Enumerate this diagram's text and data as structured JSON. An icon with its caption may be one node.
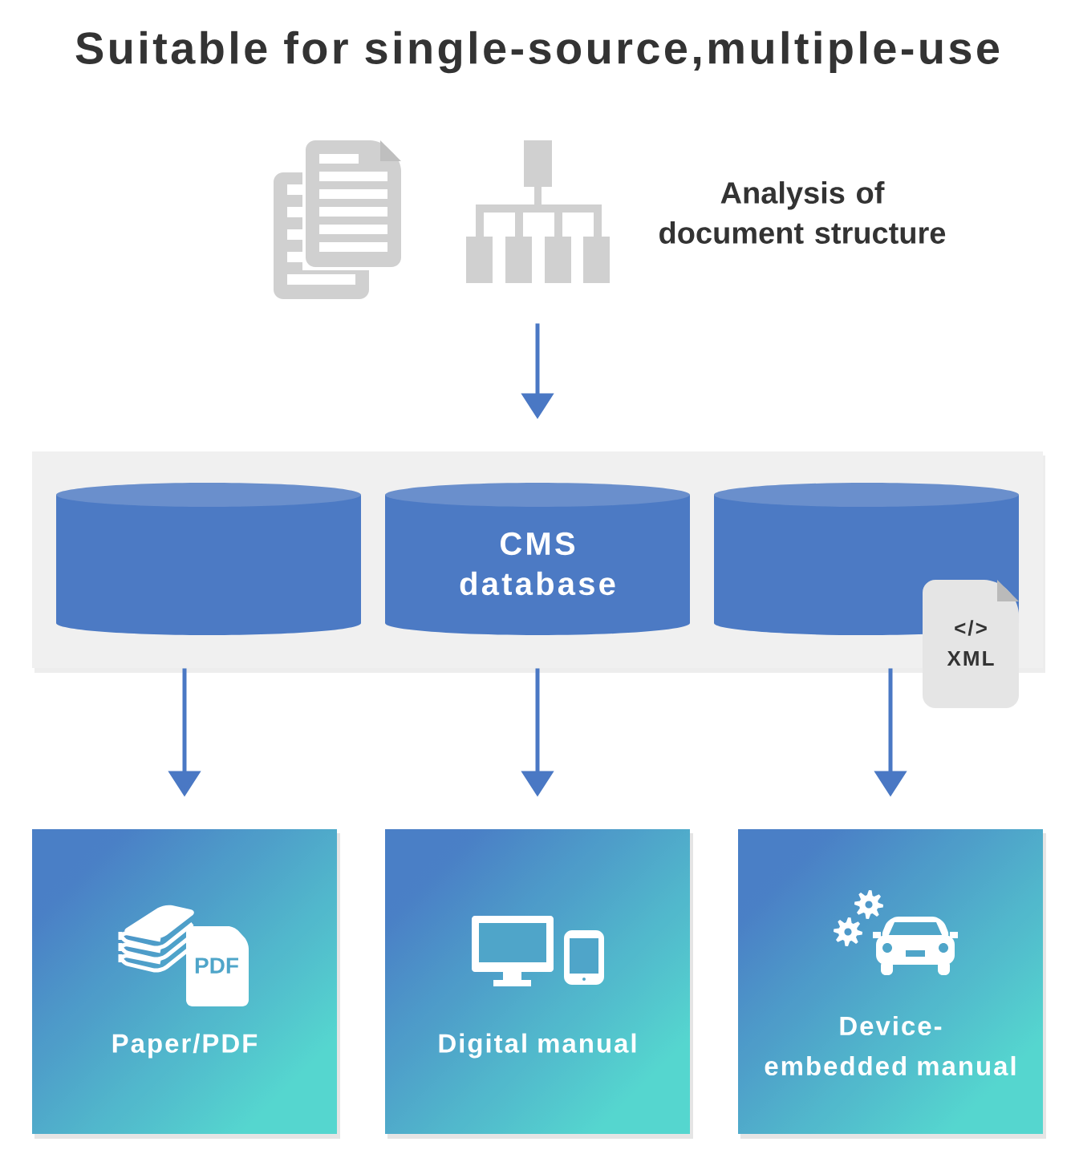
{
  "diagram": {
    "title": "Suitable for single-source,multiple-use",
    "nodes": [
      {
        "text": [],
        "shape": "picture"
      },
      {
        "text": [],
        "shape": "box"
      },
      {
        "text": [],
        "shape": "cylinder",
        "in": 1
      },
      {
        "text": [
          "CMS database"
        ],
        "in": 1
      },
      {
        "text": [],
        "shape": "cylinder",
        "in": 1
      },
      {
        "text": [
          "</>",
          "XML"
        ]
      },
      {
        "text": [
          "PDF",
          "Paper/PDF"
        ]
      },
      {
        "text": [
          "Digital manual"
        ]
      },
      {
        "text": [
          "Device-embedded manual"
        ]
      }
    ],
    "edges": [
      {
        "from": 0,
        "to": 1,
        "arrow": "to"
      },
      {
        "from": 1,
        "to": 6,
        "arrow": "to"
      },
      {
        "from": 1,
        "to": 7,
        "arrow": "to"
      },
      {
        "from": 1,
        "to": 8,
        "arrow": "to"
      }
    ],
    "labels": [
      "Analysis of document structure"
    ]
  }
}
